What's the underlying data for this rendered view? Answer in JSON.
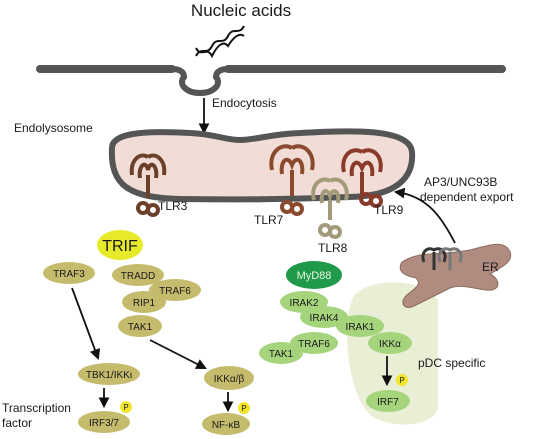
{
  "title": "Nucleic acids",
  "labels": {
    "endocytosis": "Endocytosis",
    "endolysosome": "Endolysosome",
    "ap3_line1": "AP3/UNC93B",
    "ap3_line2": "dependent export",
    "er": "ER",
    "pdc_specific": "pDC specific",
    "transcription_line1": "Transcription",
    "transcription_line2": "factor"
  },
  "receptors": {
    "tlr3": "TLR3",
    "tlr7": "TLR7",
    "tlr8": "TLR8",
    "tlr9": "TLR9"
  },
  "nodes": {
    "trif": "TRIF",
    "traf3": "TRAF3",
    "tradd": "TRADD",
    "traf6_left": "TRAF6",
    "rip1": "RIP1",
    "tak1_left": "TAK1",
    "tbk1": "TBK1/IKKι",
    "irf37": "IRF3/7",
    "ikkab": "IKKα/β",
    "nfkb": "NF-κB",
    "myd88": "MyD88",
    "irak2": "IRAK2",
    "irak4": "IRAK4",
    "irak1": "IRAK1",
    "traf6_right": "TRAF6",
    "tak1_right": "TAK1",
    "ikka": "IKKα",
    "irf7": "IRF7",
    "p": "P"
  },
  "colors": {
    "membrane": "#555555",
    "endolysosome_fill": "#f2ddd6",
    "tlr_dark": "#6b3f2a",
    "tlr_mid": "#8a4a30",
    "tlr_light": "#a29a78",
    "er_fill": "#b08c80",
    "olive_node": "#c4bb6c",
    "trif_fill": "#e6ea2a",
    "green_node": "#a6d47c",
    "myd88_fill": "#1f9a4a",
    "pdc_region": "#e8efd4",
    "phospho": "#f2e62a"
  }
}
